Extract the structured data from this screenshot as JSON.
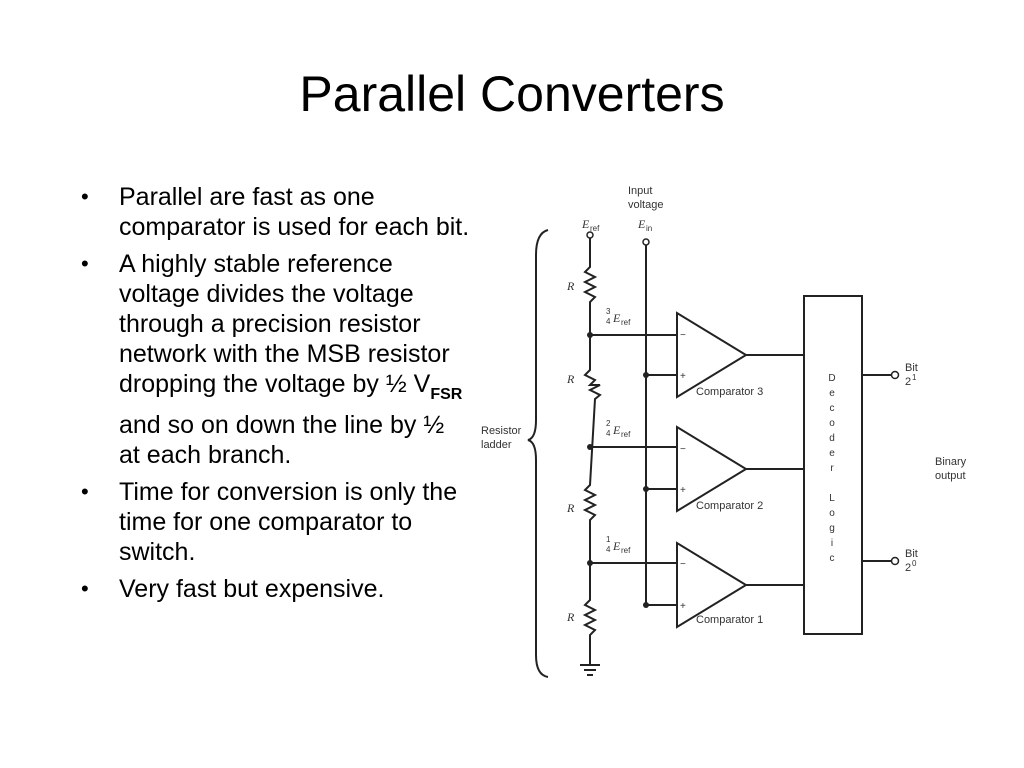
{
  "slide": {
    "title": "Parallel Converters",
    "bullets": [
      {
        "text": "Parallel are fast as one comparator is used for each bit."
      },
      {
        "before": "A highly stable reference voltage divides the voltage through a precision resistor network with the MSB resistor dropping the voltage by ½ V",
        "sub": "FSR",
        "after": " and so on down the line by ½ at each branch."
      },
      {
        "text": "Time for conversion is only the time for one comparator to switch."
      },
      {
        "text": "Very fast but expensive."
      }
    ]
  },
  "circuit": {
    "input_voltage_line1": "Input",
    "input_voltage_line2": "voltage",
    "eref_main": "E",
    "eref_sub": "ref",
    "ein_main": "E",
    "ein_sub": "in",
    "resistor_label": "R",
    "ladder_line1": "Resistor",
    "ladder_line2": "ladder",
    "tap3_num": "3",
    "tap3_den": "4",
    "tap2_num": "2",
    "tap2_den": "4",
    "tap1_num": "1",
    "tap1_den": "4",
    "tap_e": "E",
    "tap_sub": "ref",
    "minus": "−",
    "plus": "+",
    "comparator3": "Comparator 3",
    "comparator2": "Comparator 2",
    "comparator1": "Comparator 1",
    "decoder_letters": [
      "D",
      "e",
      "c",
      "o",
      "d",
      "e",
      "r",
      "",
      "L",
      "o",
      "g",
      "i",
      "c"
    ],
    "bit1_label": "Bit",
    "bit1_pow": "2",
    "bit1_exp": "1",
    "bit0_label": "Bit",
    "bit0_pow": "2",
    "bit0_exp": "0",
    "output_line1": "Binary",
    "output_line2": "output"
  }
}
